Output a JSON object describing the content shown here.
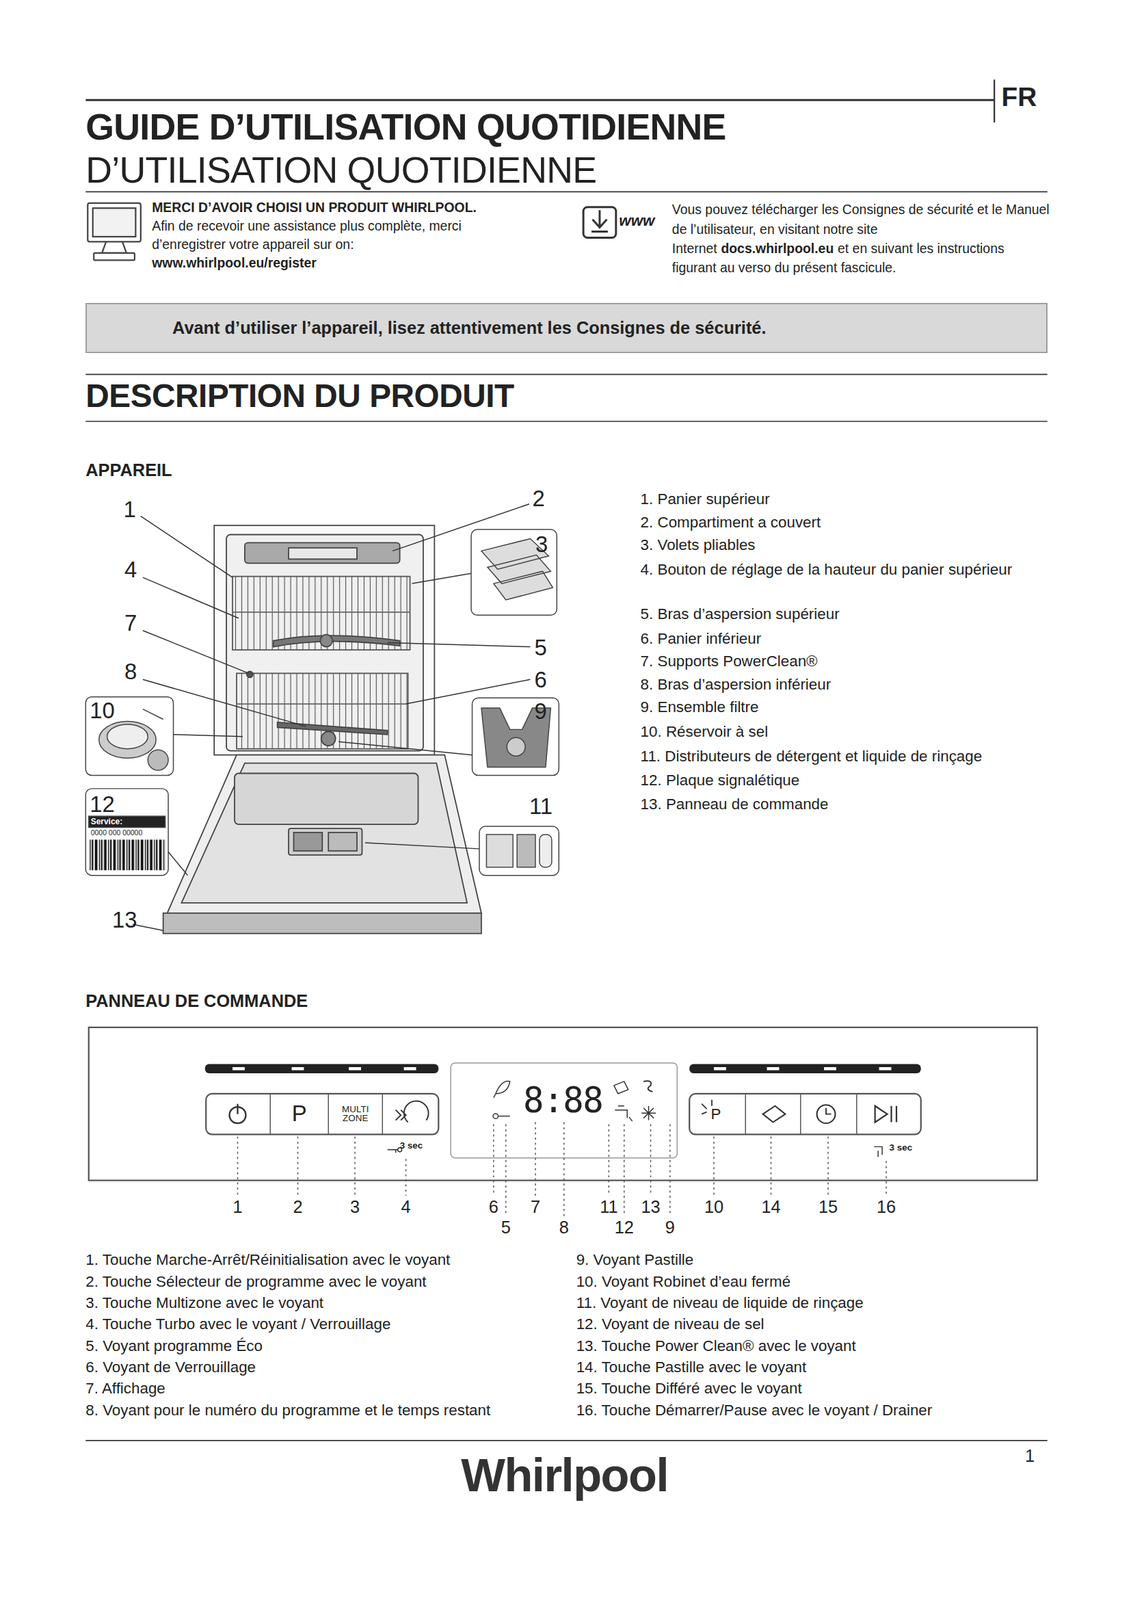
{
  "diagram": {
    "title": "GUIDE D’UTILISATION QUOTIDIENNE",
    "nodes": [
      {
        "text": [
          "Avant d’utiliser l’appareil, lisez attentivement les Consignes de sécurité."
        ]
      },
      {
        "text": [
          "P"
        ]
      },
      {
        "text": [
          "MULTI ZONE"
        ]
      }
    ],
    "labels": [
      "D’UTILISATION QUOTIDIENNE",
      "FR",
      "MERCI D’AVOIR CHOISI UN PRODUIT WHIRLPOOL.",
      "Afin de recevoir une assistance plus complète, merci d’enregistrer votre appareil sur on:",
      "www.whirlpool.eu/register",
      "www",
      "Vous pouvez télécharger les Consignes de sécurité et le Manuel de l’utilisateur, en visitant notre site Internet",
      "docs.whirlpool.eu",
      "et en suivant les instructions figurant au verso du présent fascicule.",
      "DESCRIPTION DU PRODUIT",
      "APPAREIL",
      "1",
      "2",
      "3",
      "4",
      "7",
      "8",
      "10",
      "5",
      "6",
      "9",
      "12",
      "11",
      "13",
      "Service:",
      "0000 000 00000",
      "1. Panier supérieur",
      "2. Compartiment a couvert",
      "3. Volets pliables",
      "4. Bouton de réglage de la hauteur du panier supérieur",
      "5. Bras d’aspersion supérieur",
      "6. Panier inférieur",
      "7. Supports PowerClean®",
      "8. Bras d’aspersion inférieur",
      "9. Ensemble filtre",
      "10. Réservoir à sel",
      "11. Distributeurs de détergent et liquide de rinçage",
      "12. Plaque signalétique",
      "13. Panneau de commande",
      "PANNEAU DE COMMANDE",
      "P",
      "3 sec",
      "3 sec",
      "8:88",
      "1",
      "2",
      "3",
      "4",
      "6",
      "5",
      "7",
      "8",
      "11",
      "12",
      "13",
      "9",
      "10",
      "14",
      "15",
      "16",
      "1. Touche Marche-Arrêt/Réinitialisation avec le voyant",
      "2. Touche Sélecteur de programme avec le voyant",
      "3. Touche Multizone avec le voyant",
      "4. Touche Turbo avec le voyant / Verrouillage",
      "5. Voyant programme Éco",
      "6. Voyant de Verrouillage",
      "7. Affichage",
      "8. Voyant pour le numéro du programme et le temps restant",
      "9. Voyant Pastille",
      "10. Voyant Robinet d’eau fermé",
      "11. Voyant de niveau de liquide de rinçage",
      "12. Voyant de niveau de sel",
      "13. Touche Power Clean® avec le voyant",
      "14. Touche Pastille avec le voyant",
      "15. Touche Différé avec le voyant",
      "16. Touche Démarrer/Pause avec le voyant / Drainer",
      "Whirlpool",
      "1"
    ]
  }
}
